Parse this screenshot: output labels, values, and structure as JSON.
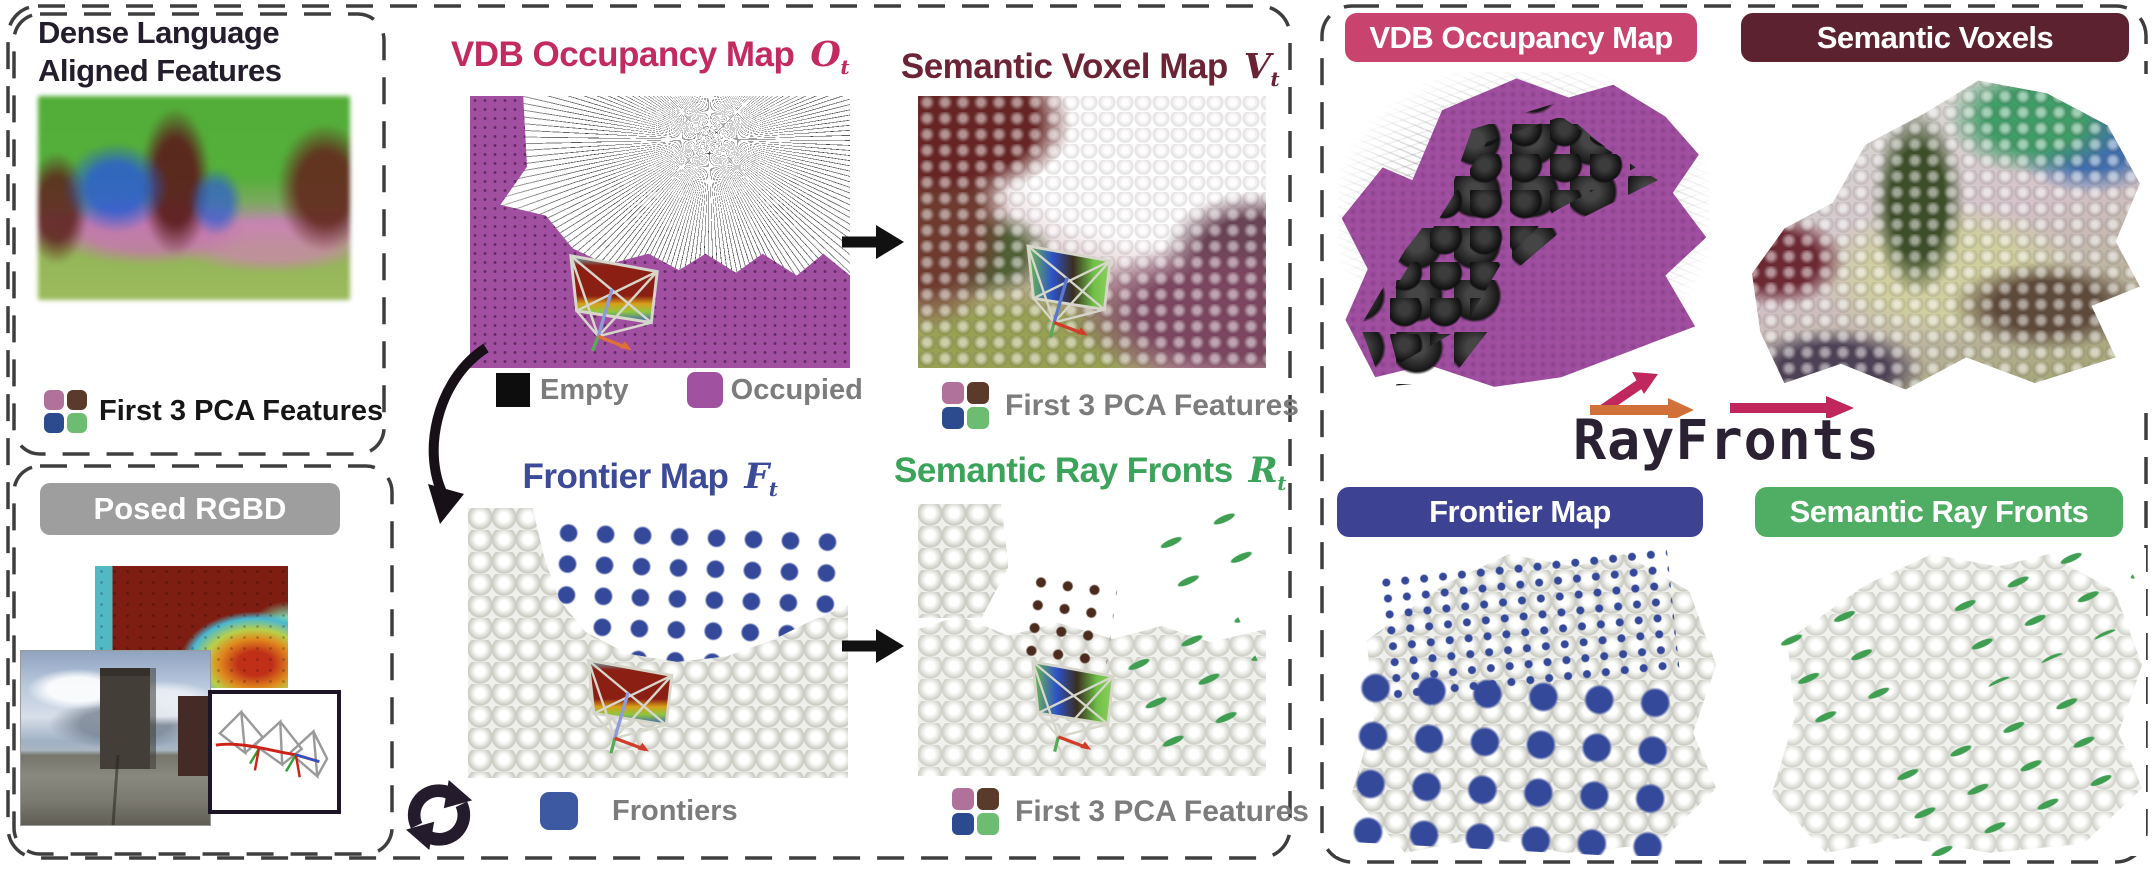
{
  "colors": {
    "title_crimson": "#c22a60",
    "title_maroon": "#6b2435",
    "title_blue": "#3c4a97",
    "title_green": "#3ca35a",
    "banner_pink": "#c8446f",
    "banner_maroon": "#5d2230",
    "banner_blue": "#3d4392",
    "banner_green": "#4fae63",
    "occupied_purple": "#a052a0",
    "frontier_blue": "#3d59a1",
    "posed_rgbd_gray": "#9e9e9e",
    "legend_gray_text": "#7c7c7c",
    "pca_swatches": [
      "#b0719b",
      "#5a3a2a",
      "#2c4a8e",
      "#6cbd72"
    ]
  },
  "left_panel": {
    "features_title": "Dense Language Aligned Features",
    "pca_legend_label": "First 3 PCA Features",
    "posed_rgbd_label": "Posed RGBD"
  },
  "pipeline_panel": {
    "vdb_title": "VDB Occupancy Map",
    "vdb_symbol": "O",
    "vdb_symbol_sub": "t",
    "legend_empty": "Empty",
    "legend_occupied": "Occupied",
    "semantic_voxel_title": "Semantic Voxel Map",
    "semantic_voxel_symbol": "V",
    "semantic_voxel_symbol_sub": "t",
    "pca_legend_top": "First 3 PCA Features",
    "frontier_title": "Frontier Map",
    "frontier_symbol": "F",
    "frontier_symbol_sub": "t",
    "ray_fronts_title": "Semantic Ray Fronts",
    "ray_fronts_symbol": "R",
    "ray_fronts_symbol_sub": "t",
    "frontiers_label": "Frontiers",
    "pca_legend_bottom": "First 3 PCA Features"
  },
  "results_panel": {
    "logo": "RayFronts",
    "banners": [
      {
        "label": "VDB Occupancy Map"
      },
      {
        "label": "Semantic Voxels"
      },
      {
        "label": "Frontier Map"
      },
      {
        "label": "Semantic Ray Fronts"
      }
    ]
  }
}
